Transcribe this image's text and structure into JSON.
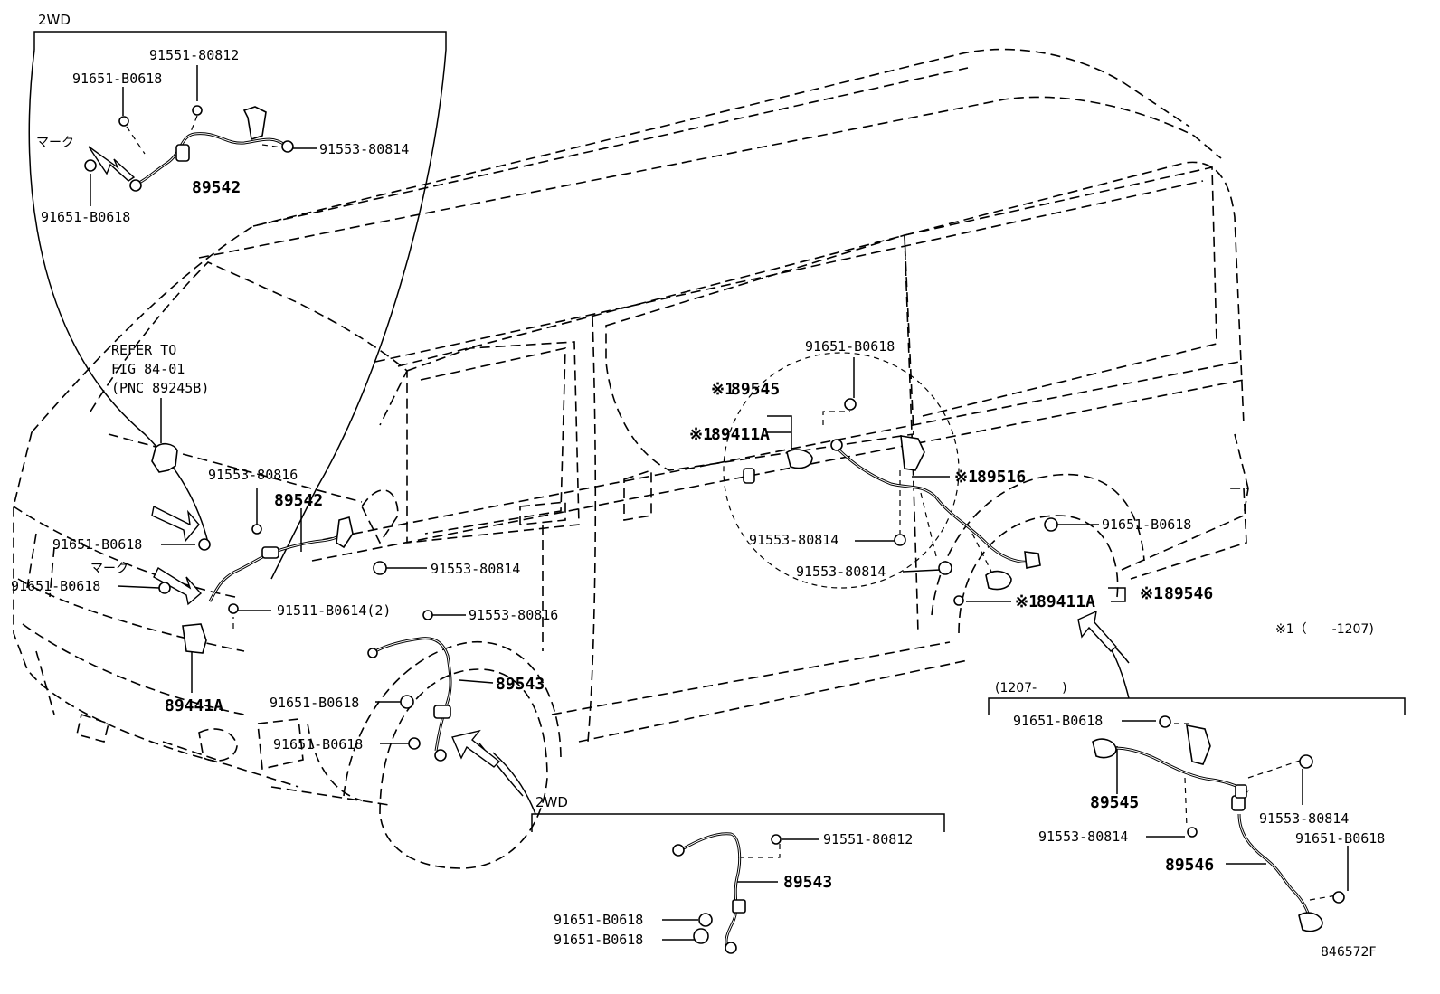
{
  "brackets": {
    "top_left_2wd": "2WD",
    "bottom_center_2wd": "2WD",
    "range_1207_after": "(1207-　　)",
    "range_note_1207_before": "※1（　　-1207)"
  },
  "refer_note": {
    "line1": "REFER TO",
    "line2": "FIG 84-01",
    "line3": "(PNC 89245B)"
  },
  "mark_label": "マーク",
  "top_inset": {
    "p91551": "91551-80812",
    "p91651a": "91651-B0618",
    "p91651b": "91651-B0618",
    "p91553": "91553-80814",
    "p89542": "89542"
  },
  "front_left": {
    "p91553_80816": "91553-80816",
    "p89542": "89542",
    "p91651a": "91651-B0618",
    "p91651b": "91651-B0618",
    "p91553_80814": "91553-80814",
    "p91511": "91511-B0614(2)",
    "p91553_80816b": "91553-80816",
    "p89441A": "89441A",
    "p89543": "89543",
    "p91651c": "91651-B0618",
    "p91651d": "91651-B0618"
  },
  "rear": {
    "p91651a": "91651-B0618",
    "mark1_89545": "※1",
    "p89545": "89545",
    "mark1_89411A": "※1",
    "p89411A": "89411A",
    "mark1_89516": "※1",
    "p89516": "89516",
    "p91651b": "91651-B0618",
    "p91553a": "91553-80814",
    "p91553b": "91553-80814",
    "mark1_89411A_b": "※1",
    "p89411A_b": "89411A",
    "mark1_89546": "※1",
    "p89546": "89546"
  },
  "bottom_inset": {
    "p91551": "91551-80812",
    "p89543": "89543",
    "p91651a": "91651-B0618",
    "p91651b": "91651-B0618"
  },
  "right_inset": {
    "p91651a": "91651-B0618",
    "p89545": "89545",
    "p91553a": "91553-80814",
    "p89546": "89546",
    "p91553b": "91553-80814",
    "p91651b": "91651-B0618"
  },
  "figure_code": "846572F"
}
